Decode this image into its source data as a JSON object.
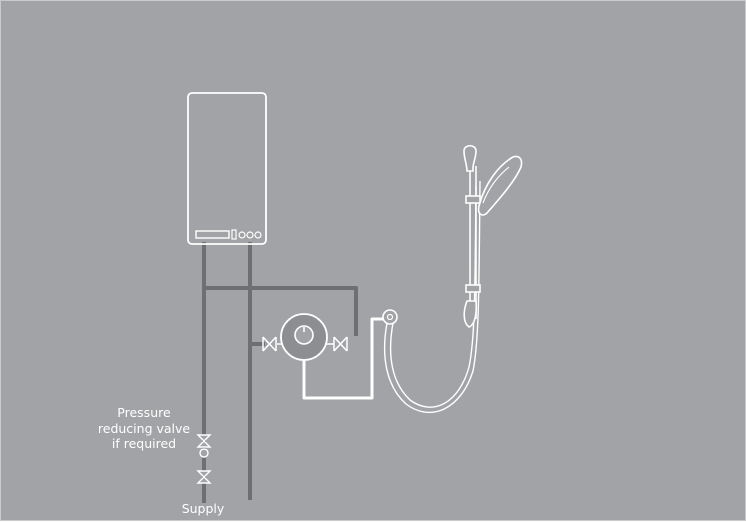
{
  "labels": {
    "pressure_line_1": "Pressure",
    "pressure_line_2": "reducing valve",
    "pressure_line_3": "if required",
    "supply": "Supply"
  },
  "colors": {
    "background": "#a2a3a6",
    "line": "#ffffff",
    "pipe": "#6e6f72"
  }
}
